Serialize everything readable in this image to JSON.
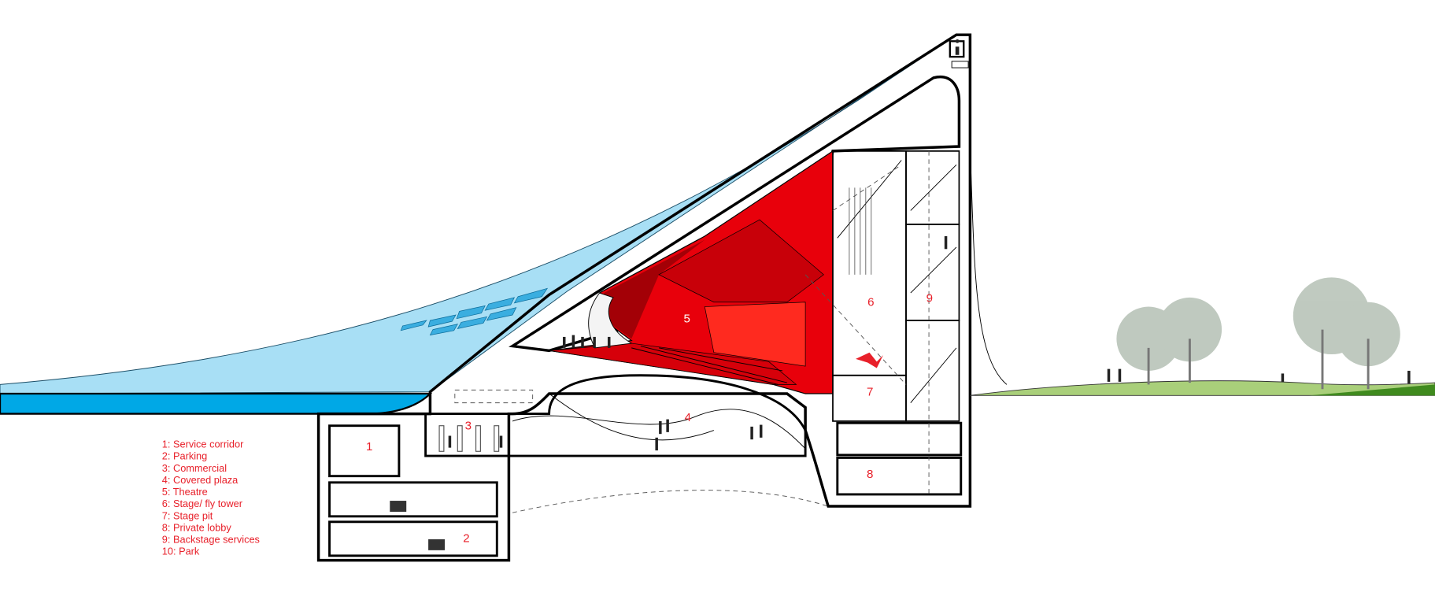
{
  "colors": {
    "roof_light": "#a8dff5",
    "roof_dark": "#00a8e6",
    "theatre": "#e8000b",
    "label": "#e8202a",
    "grass": "#a9cf7a",
    "grass_dark": "#3f8a1e"
  },
  "zones": {
    "z1": "1",
    "z2": "2",
    "z3": "3",
    "z4": "4",
    "z5": "5",
    "z6": "6",
    "z7": "7",
    "z8": "8",
    "z9": "9"
  },
  "legend": [
    "1: Service corridor",
    "2: Parking",
    "3: Commercial",
    "4: Covered plaza",
    "5: Theatre",
    "6: Stage/ fly tower",
    "7: Stage pit",
    "8: Private lobby",
    "9: Backstage services",
    "10: Park"
  ]
}
